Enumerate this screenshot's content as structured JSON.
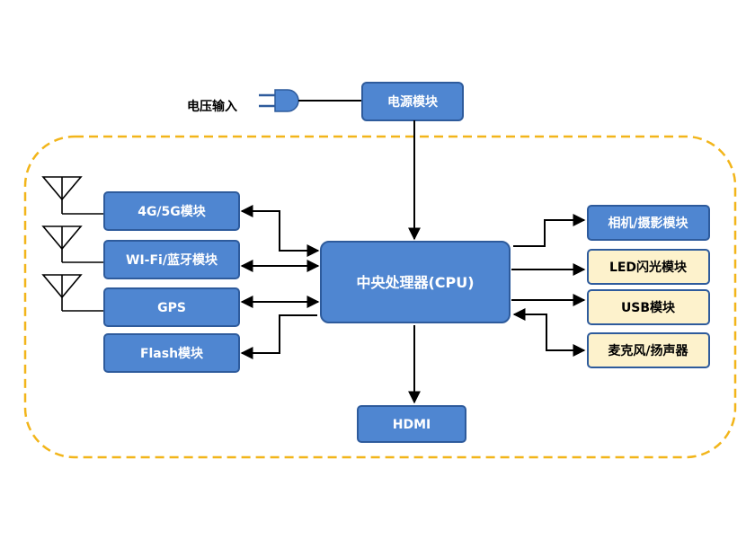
{
  "labels": {
    "power_input": "电压输入",
    "power_module": "电源模块",
    "cpu": "中央处理器(CPU)",
    "cellular": "4G/5G模块",
    "wifi_bt": "WI-Fi/蓝牙模块",
    "gps": "GPS",
    "flash": "Flash模块",
    "camera": "相机/摄影模块",
    "led": "LED闪光模块",
    "usb": "USB模块",
    "mic_speaker": "麦克风/扬声器",
    "hdmi": "HDMI"
  },
  "colors": {
    "blue_box_fill": "#4f86d1",
    "blue_box_stroke": "#2e5b9c",
    "yellow_box_fill": "#fdf2cc",
    "yellow_box_stroke": "#2e5b9c",
    "boundary_dashed": "#f2b51a",
    "line": "#000000"
  },
  "icons": {
    "plug": "power-plug-icon",
    "antenna": "antenna-icon"
  }
}
